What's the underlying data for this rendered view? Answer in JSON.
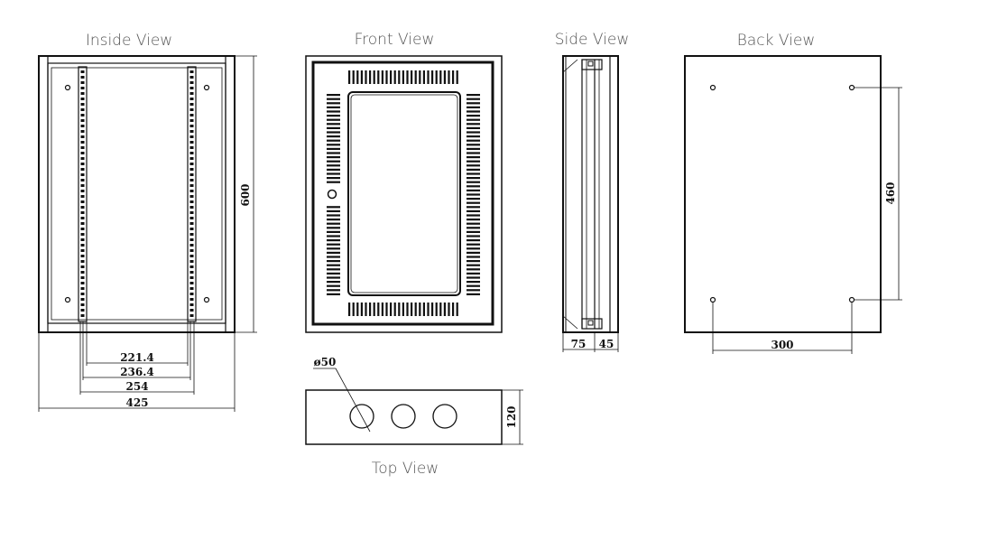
{
  "views": {
    "inside": {
      "title": "Inside View"
    },
    "front": {
      "title": "Front View"
    },
    "side": {
      "title": "Side View"
    },
    "back": {
      "title": "Back View"
    },
    "top": {
      "title": "Top View"
    }
  },
  "dimensions": {
    "inside_height": "600",
    "inside_w1": "221.4",
    "inside_w2": "236.4",
    "inside_w3": "254",
    "inside_w4": "425",
    "side_d1": "75",
    "side_d2": "45",
    "back_hole_v": "460",
    "back_hole_h": "300",
    "top_height": "120",
    "top_hole_dia": "ø50"
  },
  "colors": {
    "line": "#111111",
    "title": "#555555",
    "background": "#ffffff"
  }
}
